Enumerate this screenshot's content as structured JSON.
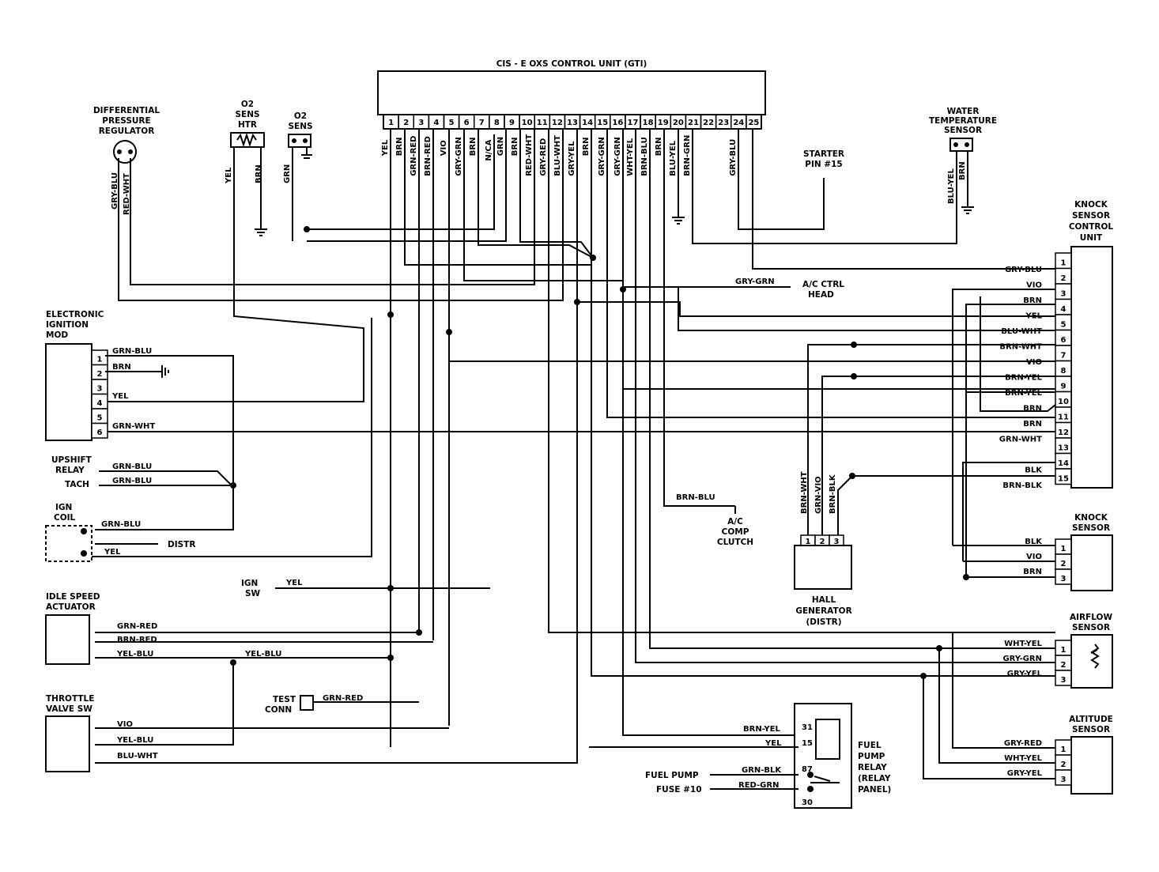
{
  "title": "CIS - E OXS CONTROL UNIT (GTI)",
  "ecu_pins": [
    "1",
    "2",
    "3",
    "4",
    "5",
    "6",
    "7",
    "8",
    "9",
    "10",
    "11",
    "12",
    "13",
    "14",
    "15",
    "16",
    "17",
    "18",
    "19",
    "20",
    "21",
    "22",
    "23",
    "24",
    "25"
  ],
  "ecu_wires": [
    "YEL",
    "BRN",
    "GRN-RED",
    "BRN-RED",
    "VIO",
    "GRY-GRN",
    "BRN",
    "N/CA",
    "GRN",
    "BRN",
    "RED-WHT",
    "GRY-RED",
    "BLU-WHT",
    "GRY-YEL",
    "BRN",
    "GRY-GRN",
    "GRY-GRN",
    "WHT-YEL",
    "BRN-BLU",
    "BRN",
    "BLU-YEL",
    "BRN-GRN",
    "GRY-BLU"
  ],
  "components": {
    "dpr": [
      "DIFFERENTIAL",
      "PRESSURE",
      "REGULATOR"
    ],
    "o2htr": [
      "O2",
      "SENS",
      "HTR"
    ],
    "o2sens": [
      "O2",
      "SENS"
    ],
    "starter": [
      "STARTER",
      "PIN #15"
    ],
    "wts": [
      "WATER",
      "TEMPERATURE",
      "SENSOR"
    ],
    "kscu": [
      "KNOCK",
      "SENSOR",
      "CONTROL",
      "UNIT"
    ],
    "eim": [
      "ELECTRONIC",
      "IGNITION",
      "MOD"
    ],
    "upshift": [
      "UPSHIFT",
      "RELAY"
    ],
    "tach": "TACH",
    "coil": [
      "IGN",
      "COIL"
    ],
    "distr": "DISTR",
    "ignsw": [
      "IGN",
      "SW"
    ],
    "isa": [
      "IDLE SPEED",
      "ACTUATOR"
    ],
    "tvs": [
      "THROTTLE",
      "VALVE SW"
    ],
    "testconn": [
      "TEST",
      "CONN"
    ],
    "acctrl": [
      "A/C CTRL",
      "HEAD"
    ],
    "accomp": [
      "A/C",
      "COMP",
      "CLUTCH"
    ],
    "hall": [
      "HALL",
      "GENERATOR",
      "(DISTR)"
    ],
    "knock": [
      "KNOCK",
      "SENSOR"
    ],
    "airflow": [
      "AIRFLOW",
      "SENSOR"
    ],
    "altitude": [
      "ALTITUDE",
      "SENSOR"
    ],
    "fpr": [
      "FUEL",
      "PUMP",
      "RELAY",
      "(RELAY",
      "PANEL)"
    ],
    "fuelpump": [
      "FUEL PUMP",
      "FUSE #10"
    ]
  },
  "side_wires": {
    "dpr": [
      "GRY-BLU",
      "RED-WHT"
    ],
    "o2htr": [
      "YEL",
      "BRN"
    ],
    "o2sens": "GRN",
    "wts": [
      "BLU-YEL",
      "BRN"
    ],
    "eim": [
      "GRN-BLU",
      "BRN",
      "YEL",
      "GRN-WHT"
    ],
    "upshift": "GRN-BLU",
    "tach": "GRN-BLU",
    "coil": [
      "GRN-BLU",
      "YEL"
    ],
    "ignsw": "YEL",
    "isa": [
      "GRN-RED",
      "BRN-RED",
      "YEL-BLU",
      "YEL-BLU"
    ],
    "tvs": [
      "VIO",
      "YEL-BLU",
      "BLU-WHT"
    ],
    "testconn": "GRN-RED",
    "acctrl": "GRY-GRN",
    "accomp": "BRN-BLU",
    "hall": [
      "BRN-WHT",
      "GRN-VIO",
      "BRN-BLK"
    ],
    "kscu": [
      "GRY-BLU",
      "VIO",
      "BRN",
      "YEL",
      "BLU-WHT",
      "BRN-WHT",
      "VIO",
      "BRN-YEL",
      "BRN-YEL",
      "BRN",
      "BRN",
      "GRN-WHT",
      "",
      "BLK",
      "BRN-BLK"
    ],
    "knock": [
      "BLK",
      "VIO",
      "BRN"
    ],
    "airflow": [
      "WHT-YEL",
      "GRY-GRN",
      "GRY-YEL"
    ],
    "altitude": [
      "GRY-RED",
      "WHT-YEL",
      "GRY-YEL"
    ],
    "fpr": [
      "BRN-YEL",
      "YEL",
      "GRN-BLK",
      "RED-GRN"
    ]
  },
  "pins": {
    "eim": [
      "1",
      "2",
      "3",
      "4",
      "5",
      "6"
    ],
    "kscu": [
      "1",
      "2",
      "3",
      "4",
      "5",
      "6",
      "7",
      "8",
      "9",
      "10",
      "11",
      "12",
      "13",
      "14",
      "15"
    ],
    "hall": [
      "1",
      "2",
      "3"
    ],
    "knock": [
      "1",
      "2",
      "3"
    ],
    "airflow": [
      "1",
      "2",
      "3"
    ],
    "altitude": [
      "1",
      "2",
      "3"
    ],
    "fpr": [
      "31",
      "15",
      "87",
      "30"
    ]
  }
}
